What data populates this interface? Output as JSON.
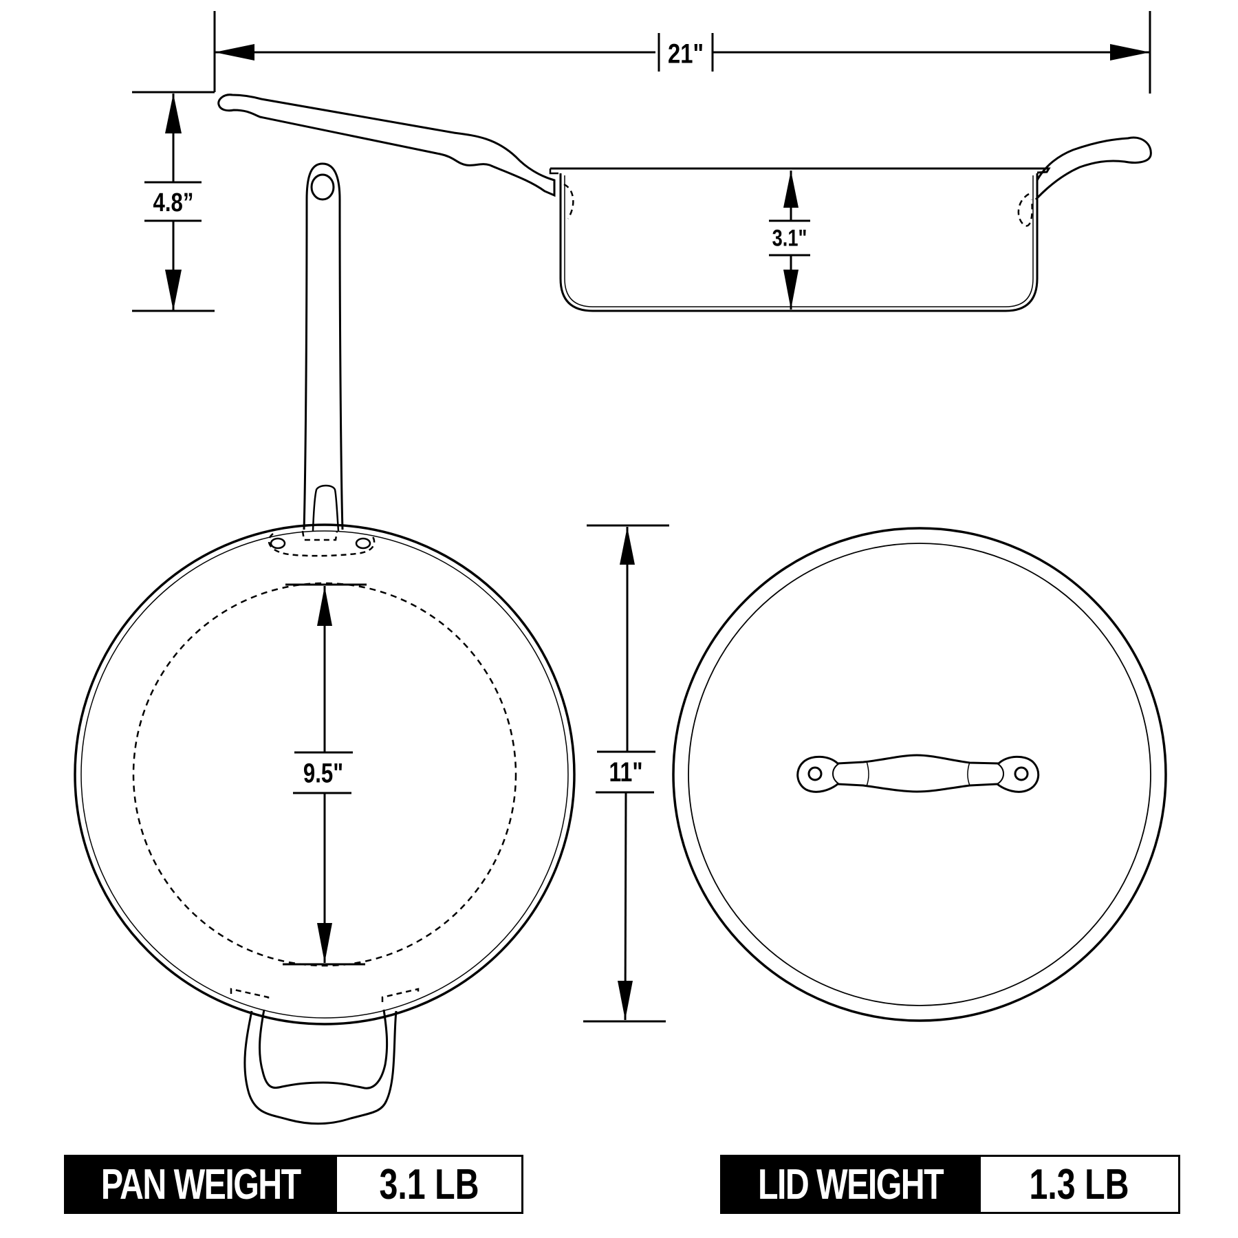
{
  "diagram": {
    "title": "Saute pan with lid dimension drawing",
    "dimensions": {
      "overall_length": {
        "label": "21\"",
        "value_in": 21
      },
      "overall_height": {
        "label": "4.8”",
        "value_in": 4.8
      },
      "pan_depth": {
        "label": "3.1\"",
        "value_in": 3.1
      },
      "cooking_surface": {
        "label": "9.5\"",
        "value_in": 9.5
      },
      "diameter": {
        "label": "11\"",
        "value_in": 11
      }
    },
    "views": [
      "side-view-pan",
      "top-view-pan",
      "top-view-lid"
    ]
  },
  "weights": {
    "pan": {
      "label": "PAN WEIGHT",
      "value": "3.1 LB"
    },
    "lid": {
      "label": "LID WEIGHT",
      "value": "1.3 LB"
    }
  },
  "colors": {
    "line": "#000000",
    "background": "#ffffff",
    "label_bg": "#000000",
    "label_fg": "#ffffff"
  }
}
